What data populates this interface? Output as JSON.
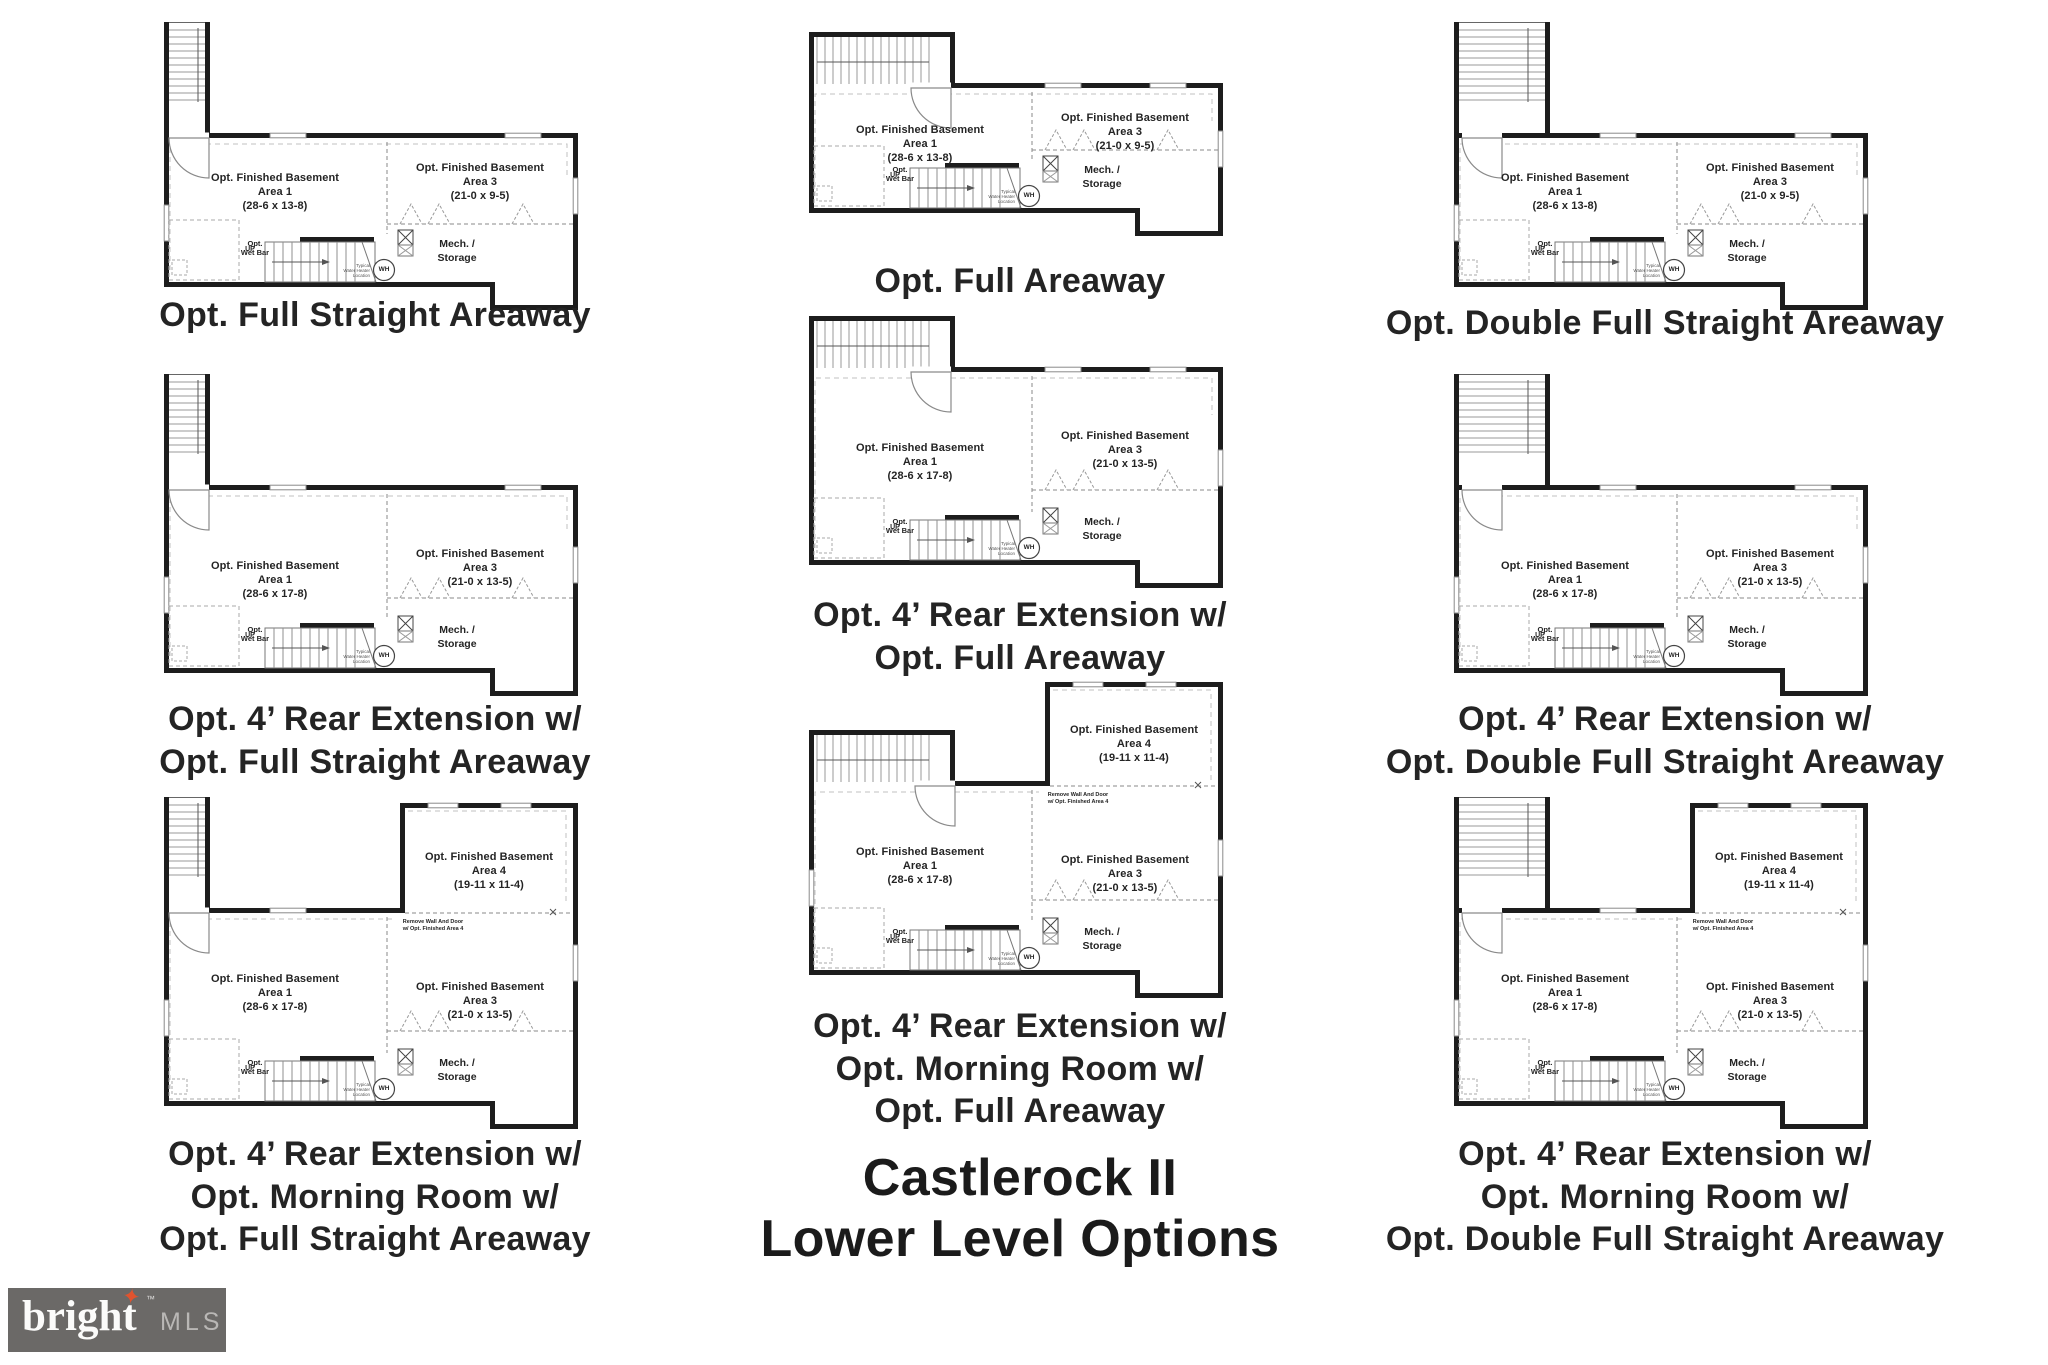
{
  "page": {
    "bg": "#ffffff",
    "ink": "#1d1d1d"
  },
  "title": {
    "lines": [
      "Castlerock II",
      "Lower Level Options"
    ]
  },
  "logo": {
    "brand": "bright",
    "tm": "™",
    "suffix": "MLS",
    "bg": "#6b6967",
    "star_color": "#e0532e"
  },
  "shared": {
    "up": "UP",
    "wh": "WH",
    "wh_note": [
      "Typical",
      "Water Heater",
      "Location"
    ],
    "mech": [
      "Mech. /",
      "Storage"
    ],
    "wet_bar": [
      "Opt.",
      "Wet Bar"
    ],
    "remove_note": [
      "Remove Wall And Door",
      "w/ Opt. Finished Area 4"
    ]
  },
  "rooms": {
    "area1_std": [
      "Opt. Finished Basement",
      "Area 1",
      "(28-6 x 13-8)"
    ],
    "area1_ext": [
      "Opt. Finished Basement",
      "Area 1",
      "(28-6 x 17-8)"
    ],
    "area3_std": [
      "Opt. Finished Basement",
      "Area 3",
      "(21-0 x 9-5)"
    ],
    "area3_ext": [
      "Opt. Finished Basement",
      "Area 3",
      "(21-0 x 13-5)"
    ],
    "area4": [
      "Opt. Finished Basement",
      "Area 4",
      "(19-11 x 11-4)"
    ]
  },
  "plans": [
    {
      "caption": [
        "Opt. Full Straight Areaway"
      ]
    },
    {
      "caption": [
        "Opt. Full Areaway"
      ]
    },
    {
      "caption": [
        "Opt. Double Full Straight Areaway"
      ]
    },
    {
      "caption": [
        "Opt. 4’ Rear Extension w/",
        "Opt. Full Straight Areaway"
      ]
    },
    {
      "caption": [
        "Opt. 4’ Rear Extension w/",
        "Opt. Full Areaway"
      ]
    },
    {
      "caption": [
        "Opt. 4’ Rear Extension w/",
        "Opt. Double Full Straight Areaway"
      ]
    },
    {
      "caption": [
        "Opt. 4’ Rear Extension w/",
        "Opt. Morning Room w/",
        "Opt. Full Straight Areaway"
      ]
    },
    {
      "caption": [
        "Opt. 4’ Rear Extension w/",
        "Opt. Morning Room w/",
        "Opt. Full Areaway"
      ]
    },
    {
      "caption": [
        "Opt. 4’ Rear Extension w/",
        "Opt. Morning Room w/",
        "Opt. Double Full Straight Areaway"
      ]
    }
  ]
}
